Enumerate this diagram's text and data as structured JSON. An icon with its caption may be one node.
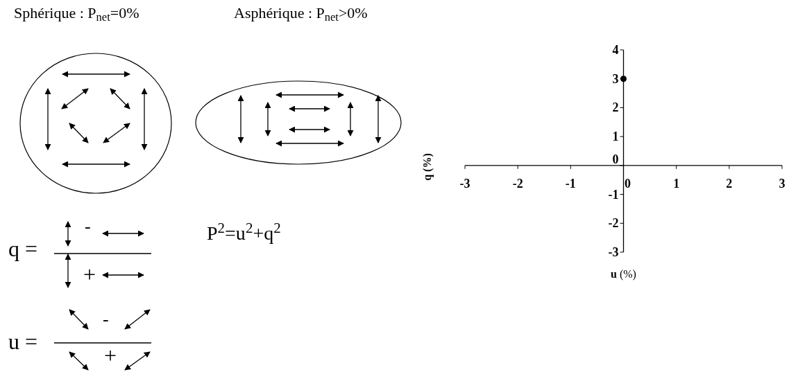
{
  "diagram": {
    "labels": [
      "Sphérique : P$_{net}$=0%",
      "Asphérique : P$_{net}$>0%",
      "q =",
      "-",
      "+",
      "u =",
      "-",
      "+",
      "P$^{2}$=u$^{2}$+q$^{2}$"
    ],
    "chart_data": {
      "type": "scatter",
      "xlabel": "**u** (%)",
      "ylabel": "q (%)",
      "x": [
        0
      ],
      "series": [
        {
          "color": "#000000",
          "values": [
            3
          ]
        }
      ],
      "xlim": [
        -3,
        3
      ],
      "ylim": [
        -3,
        4
      ],
      "xticks": [
        -3,
        -2,
        -1,
        0,
        1,
        2,
        3
      ],
      "yticks": [
        -3,
        -2,
        -1,
        0,
        1,
        2,
        3,
        4
      ]
    }
  }
}
